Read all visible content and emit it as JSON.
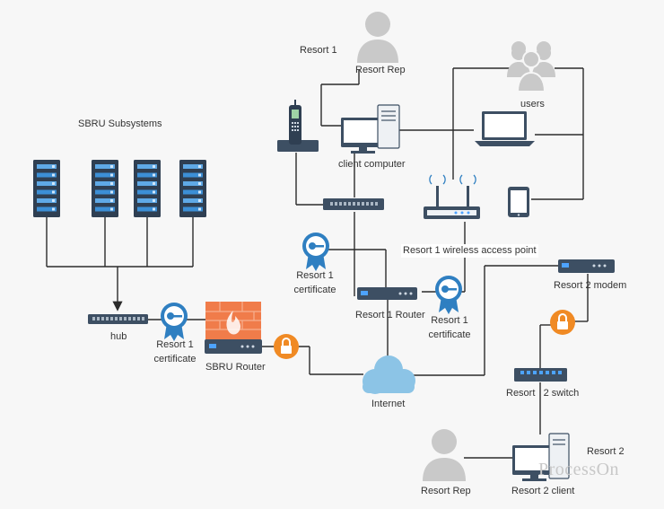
{
  "labels": {
    "resort1": "Resort 1",
    "resort_rep_top": "Resort Rep",
    "users": "users",
    "sbru_subsystems": "SBRU Subsystems",
    "client_computer": "client computer",
    "wireless_ap": "Resort 1 wireless access point",
    "cert_mid_line1": "Resort 1",
    "cert_mid_line2": "certificate",
    "resort1_router": "Resort 1 Router",
    "cert_right_line1": "Resort 1",
    "cert_right_line2": "certificate",
    "resort2_modem": "Resort 2 modem",
    "hub": "hub",
    "cert_left_line1": "Resort 1",
    "cert_left_line2": "certificate",
    "sbru_router": "SBRU Router",
    "internet": "Internet",
    "resort2_switch": "Resort   2 switch",
    "resort2": "Resort 2",
    "resort_rep_bottom": "Resort Rep",
    "resort2_client": "Resort 2 client"
  },
  "watermark": "ProcessOn",
  "colors": {
    "line": "#2b2b2b",
    "device": "#3d4f63",
    "server": "#2f3f52",
    "accent_blue": "#2f7fc1",
    "lock": "#f08a24",
    "firewall": "#f07c4a",
    "person": "#c9c9c9",
    "cloud": "#8cc4e6"
  },
  "icons": [
    "person-icon",
    "users-icon",
    "phone-icon",
    "computer-icon",
    "laptop-icon",
    "tablet-icon",
    "server-icon",
    "switch-icon",
    "router-icon",
    "certificate-icon",
    "firewall-icon",
    "lock-icon",
    "cloud-icon"
  ]
}
